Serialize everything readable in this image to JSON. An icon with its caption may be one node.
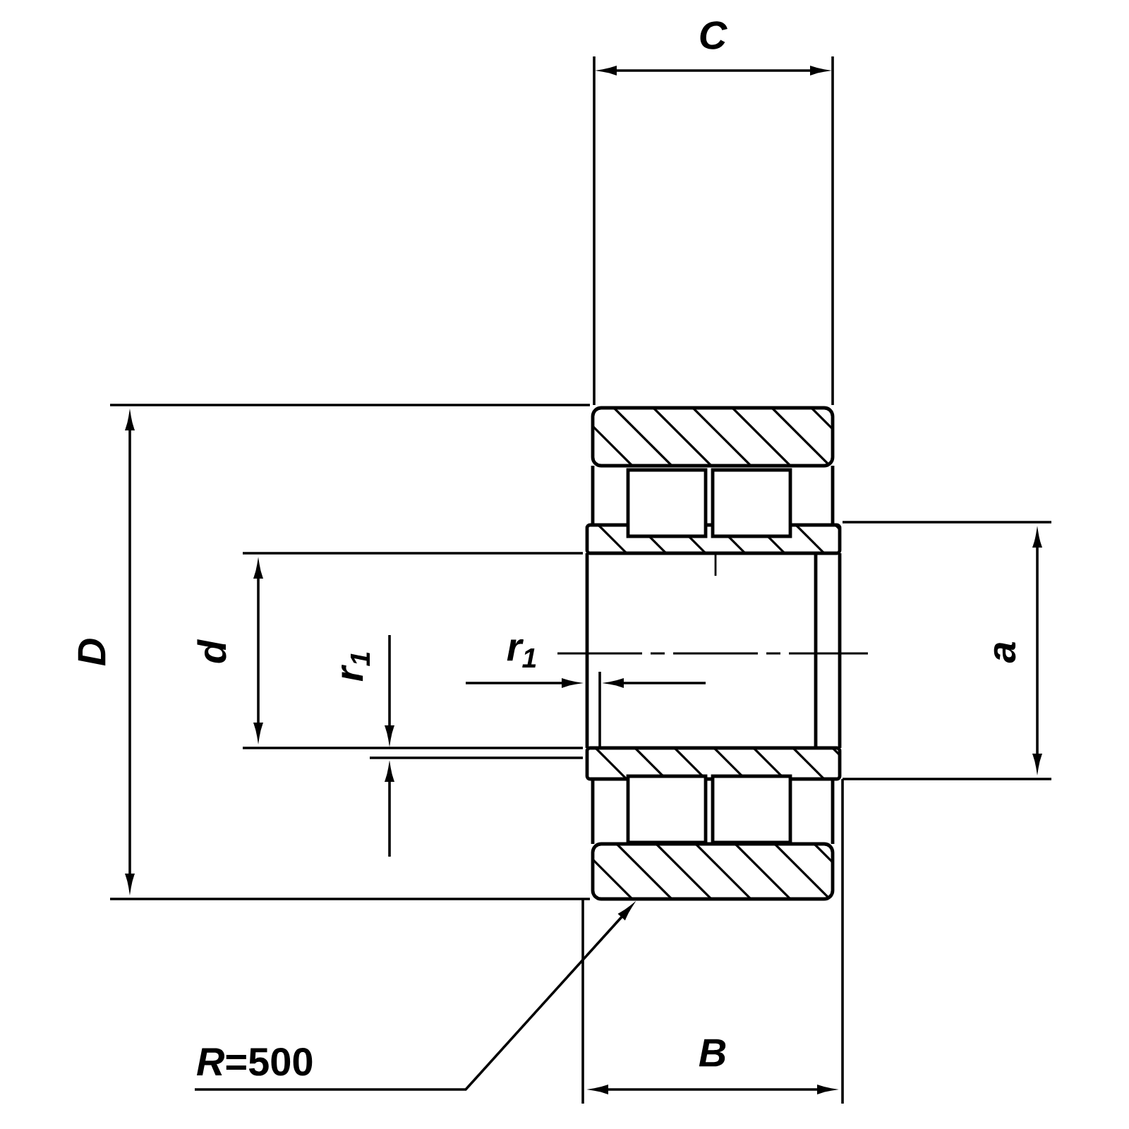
{
  "diagram": {
    "nodes": [
      {
        "text": [
          "*R*=500"
        ]
      },
      {
        "text": [],
        "shape": "picture"
      }
    ],
    "edges": [
      {
        "from": 0,
        "to": 1,
        "arrow": "to"
      }
    ],
    "labels": [
      "C",
      "D",
      "d",
      "r$_{1}$",
      "r$_{1}$",
      "a",
      "B"
    ]
  }
}
